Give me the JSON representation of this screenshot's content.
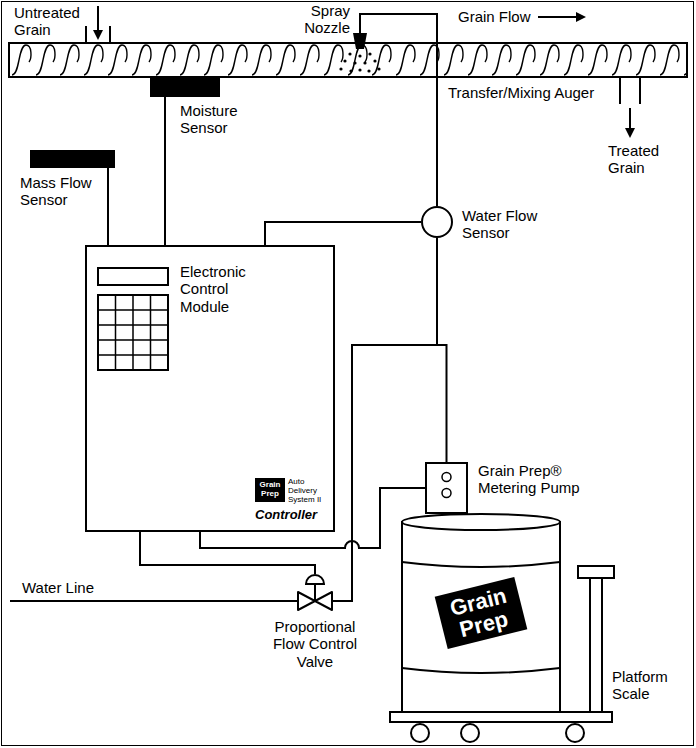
{
  "diagram": {
    "nodes": [
      {
        "text": [
          "Transfer/Mixing Auger"
        ]
      },
      {
        "text": [
          "Moisture Sensor"
        ]
      },
      {
        "text": [
          "Mass Flow Sensor"
        ]
      },
      {
        "text": [
          "Electronic Control Module",
          "Grain Prep",
          "Auto Delivery System II",
          "Controller"
        ]
      },
      {
        "text": [
          "Water Flow Sensor"
        ]
      },
      {
        "text": [
          "Grain Prep® Metering Pump"
        ]
      },
      {
        "text": [
          "Proportional Flow Control Valve"
        ]
      }
    ],
    "edges": [
      {
        "from": 1,
        "to": 3,
        "arrow": "none"
      },
      {
        "from": 2,
        "to": 3,
        "arrow": "none"
      },
      {
        "from": 4,
        "to": 3,
        "arrow": "none"
      },
      {
        "from": 3,
        "to": 5,
        "arrow": "none"
      },
      {
        "from": 3,
        "to": 6,
        "arrow": "none"
      },
      {
        "from": 6,
        "to": 4,
        "arrow": "none"
      },
      {
        "from": 5,
        "to": 4,
        "arrow": "none"
      },
      {
        "from": 4,
        "to": 0,
        "arrow": "none"
      }
    ],
    "labels": [
      "Untreated Grain",
      "Spray Nozzle",
      "Grain Flow",
      "Treated Grain",
      "Water Line",
      "Grain Prep",
      "Platform Scale"
    ]
  }
}
